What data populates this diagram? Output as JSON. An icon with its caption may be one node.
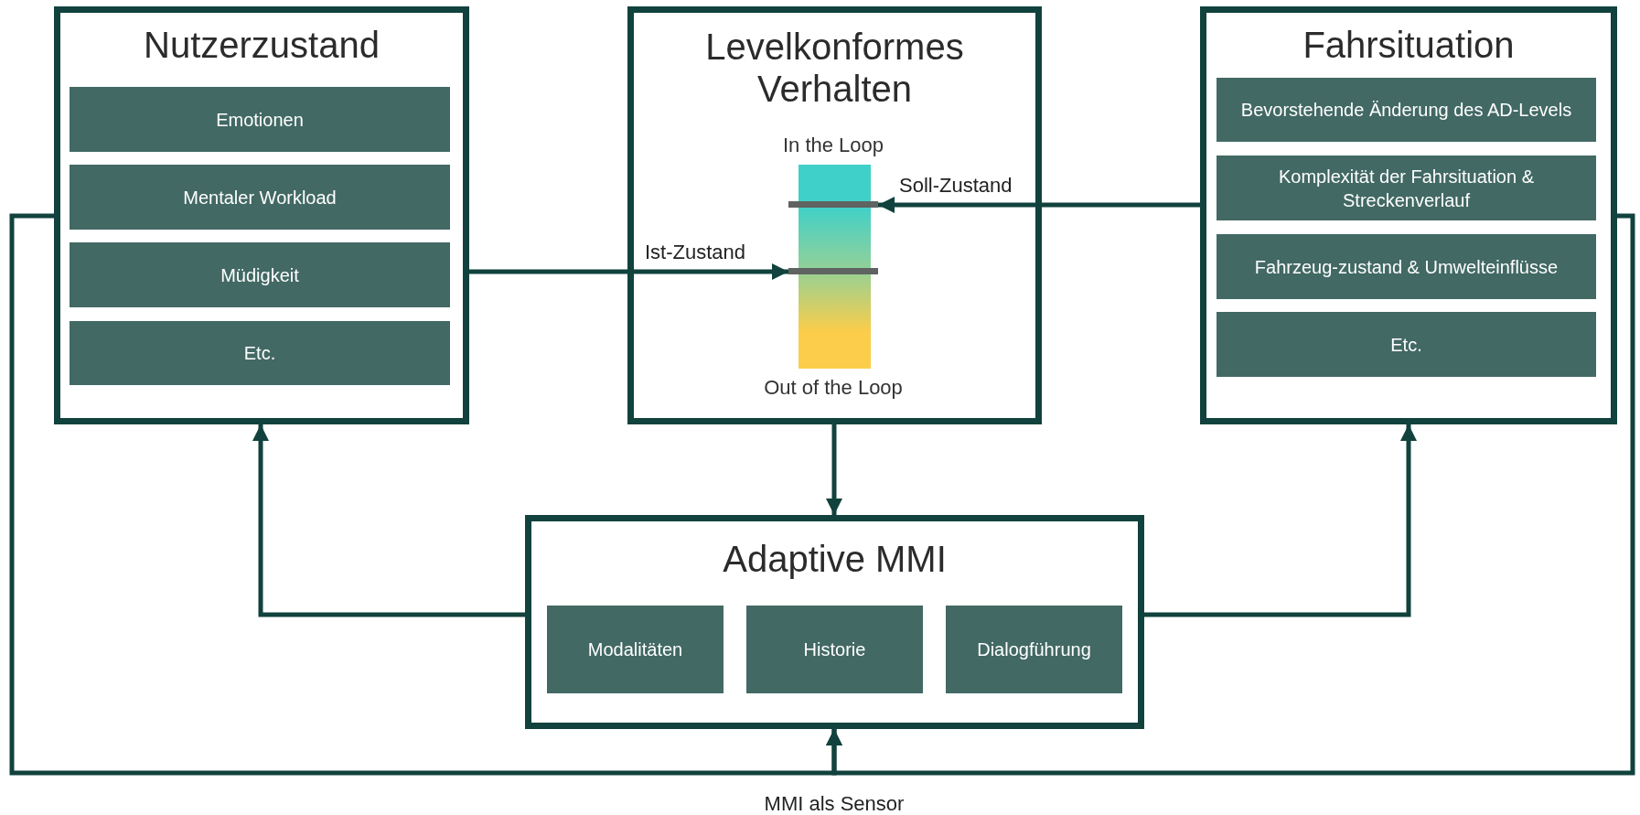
{
  "diagram": {
    "nodes": [
      {
        "text": [
          "Nutzerzustand"
        ]
      },
      {
        "text": [
          "Emotionen"
        ],
        "in": 0
      },
      {
        "text": [
          "Mentaler Workload"
        ],
        "in": 0
      },
      {
        "text": [
          "Müdigkeit"
        ],
        "in": 0
      },
      {
        "text": [
          "Etc."
        ],
        "in": 0
      },
      {
        "text": [
          "Levelkonformes Verhalten"
        ]
      },
      {
        "text": [],
        "shape": "bar",
        "in": 5,
        "beside": [
          "In the Loop",
          "Out of the Loop"
        ]
      },
      {
        "text": [
          "Fahrsituation"
        ]
      },
      {
        "text": [
          "Bevorstehende Änderung des AD-Levels"
        ],
        "in": 7
      },
      {
        "text": [
          "Komplexität der Fahrsituation & Streckenverlauf"
        ],
        "in": 7
      },
      {
        "text": [
          "Fahrzeug-zustand & Umwelteinflüsse"
        ],
        "in": 7
      },
      {
        "text": [
          "Etc."
        ],
        "in": 7
      },
      {
        "text": [
          "Adaptive MMI"
        ]
      },
      {
        "text": [
          "Modalitäten"
        ],
        "in": 12
      },
      {
        "text": [
          "Historie"
        ],
        "in": 12
      },
      {
        "text": [
          "Dialogführung"
        ],
        "in": 12
      }
    ],
    "edges": [
      {
        "from": 0,
        "to": 6,
        "arrow": "to",
        "label": "Ist-Zustand"
      },
      {
        "from": 7,
        "to": 6,
        "arrow": "to",
        "label": "Soll-Zustand"
      },
      {
        "from": 5,
        "to": 12,
        "arrow": "to"
      },
      {
        "from": 12,
        "to": 0,
        "arrow": "to"
      },
      {
        "from": 12,
        "to": 7,
        "arrow": "to"
      },
      {
        "from": 0,
        "to": 12,
        "arrow": "to",
        "label": "MMI als Sensor"
      },
      {
        "from": 7,
        "to": 12,
        "arrow": "to"
      }
    ]
  }
}
